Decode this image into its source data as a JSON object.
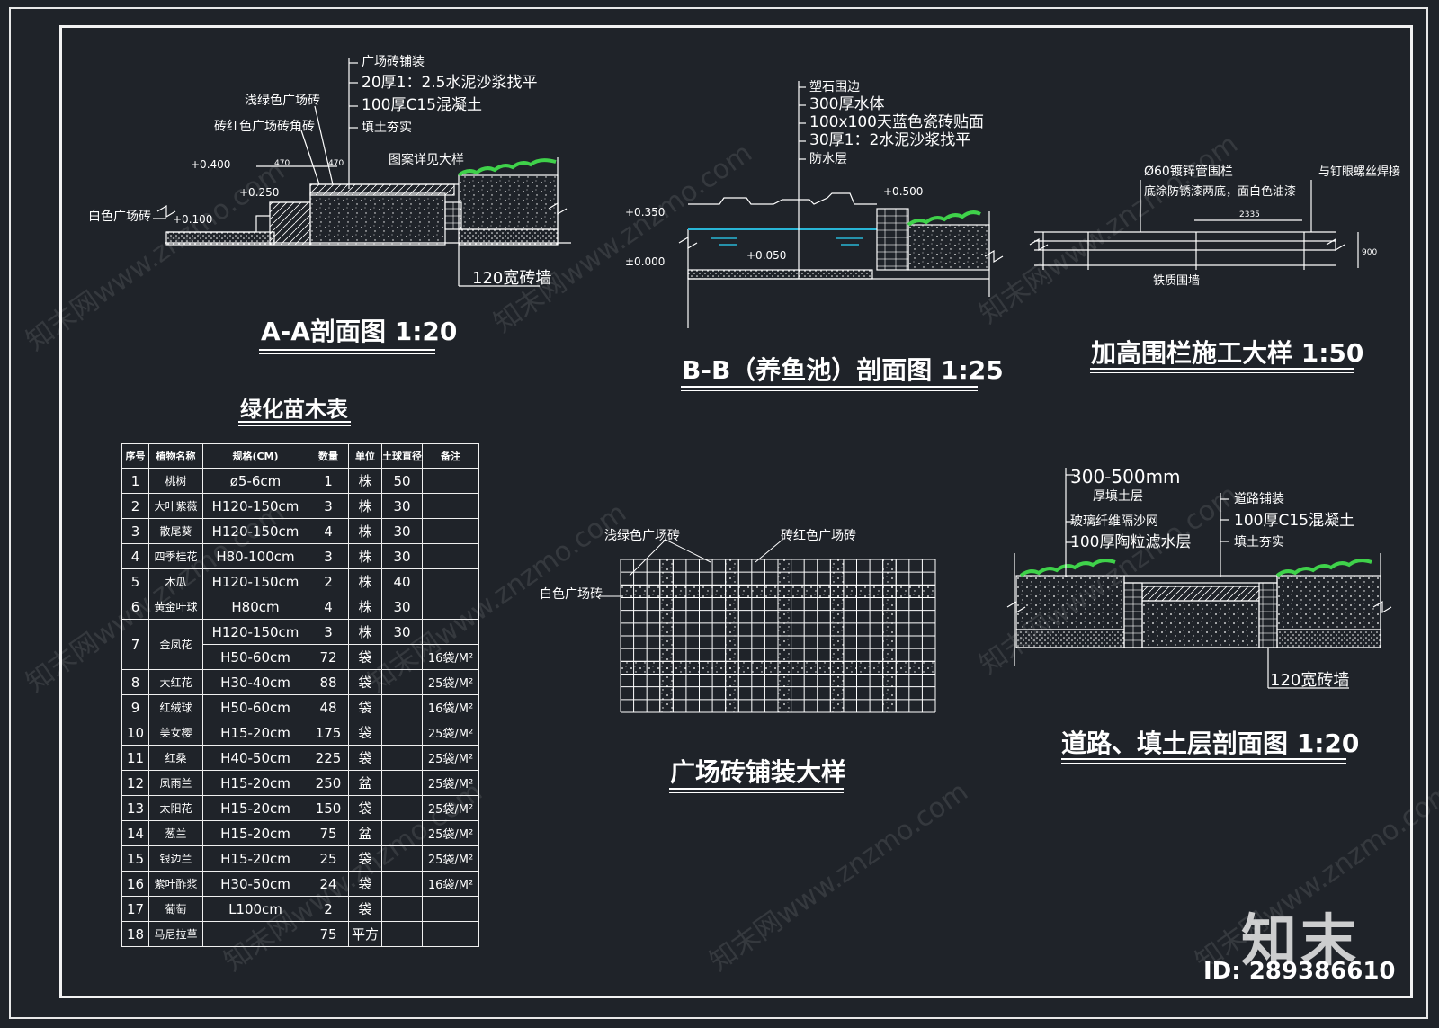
{
  "titles": {
    "aa": "A-A剖面图 1:20",
    "bb": "B-B（养鱼池）剖面图 1:25",
    "fence": "加高围栏施工大样 1:50",
    "table": "绿化苗木表",
    "paving": "广场砖铺装大样",
    "road": "道路、填土层剖面图 1:20"
  },
  "aa": {
    "labels": [
      "广场砖铺装",
      "20厚1：2.5水泥沙浆找平",
      "100厚C15混凝土",
      "填土夯实"
    ],
    "tile_green": "浅绿色广场砖",
    "tile_red": "砖红色广场砖角砖",
    "tile_white": "白色广场砖",
    "pattern": "图案详见大样",
    "elev1": "+0.400",
    "elev2": "+0.250",
    "elev3": "+0.100",
    "dim1": "470",
    "dim2": "470",
    "wall": "120宽砖墙"
  },
  "bb": {
    "labels": [
      "塑石围边",
      "300厚水体",
      "100x100天蓝色瓷砖贴面",
      "30厚1：2水泥沙浆找平",
      "防水层"
    ],
    "elev_top": "+0.500",
    "elev_water": "+0.350",
    "elev_bottom": "+0.050",
    "elev_zero": "±0.000"
  },
  "fence": {
    "label1": "Ø60镀锌管围栏",
    "label2": "底涂防锈漆两底，面白色油漆",
    "label3": "与钉眼螺丝焊接",
    "dim": "2335",
    "height": "900",
    "base": "铁质围墙"
  },
  "road": {
    "label_thick": "300-500mm",
    "label_soil": "厚填土层",
    "label_fiber": "玻璃纤维隔沙网",
    "label_drain": "100厚陶粒滤水层",
    "label_pave": "道路铺装",
    "label_conc": "100厚C15混凝土",
    "label_fill": "填土夯实",
    "wall": "120宽砖墙"
  },
  "paving": {
    "label_green": "浅绿色广场砖",
    "label_red": "砖红色广场砖",
    "label_white": "白色广场砖"
  },
  "plant_table": {
    "headers": [
      "序号",
      "植物名称",
      "规格(CM)",
      "数量",
      "单位",
      "土球直径",
      "备注"
    ],
    "rows": [
      [
        "1",
        "桃树",
        "ø5-6cm",
        "1",
        "株",
        "50",
        ""
      ],
      [
        "2",
        "大叶紫薇",
        "H120-150cm",
        "3",
        "株",
        "30",
        ""
      ],
      [
        "3",
        "散尾葵",
        "H120-150cm",
        "4",
        "株",
        "30",
        ""
      ],
      [
        "4",
        "四季桂花",
        "H80-100cm",
        "3",
        "株",
        "30",
        ""
      ],
      [
        "5",
        "木瓜",
        "H120-150cm",
        "2",
        "株",
        "40",
        ""
      ],
      [
        "6",
        "黄金叶球",
        "H80cm",
        "4",
        "株",
        "30",
        ""
      ],
      [
        "7",
        "金凤花",
        "H120-150cm",
        "3",
        "株",
        "30",
        ""
      ],
      [
        "",
        "",
        "H50-60cm",
        "72",
        "袋",
        "",
        "16袋/M²"
      ],
      [
        "8",
        "大红花",
        "H30-40cm",
        "88",
        "袋",
        "",
        "25袋/M²"
      ],
      [
        "9",
        "红绒球",
        "H50-60cm",
        "48",
        "袋",
        "",
        "16袋/M²"
      ],
      [
        "10",
        "美女樱",
        "H15-20cm",
        "175",
        "袋",
        "",
        "25袋/M²"
      ],
      [
        "11",
        "红桑",
        "H40-50cm",
        "225",
        "袋",
        "",
        "25袋/M²"
      ],
      [
        "12",
        "凤雨兰",
        "H15-20cm",
        "250",
        "盆",
        "",
        "25袋/M²"
      ],
      [
        "13",
        "太阳花",
        "H15-20cm",
        "150",
        "袋",
        "",
        "25袋/M²"
      ],
      [
        "14",
        "葱兰",
        "H15-20cm",
        "75",
        "盆",
        "",
        "25袋/M²"
      ],
      [
        "15",
        "银边兰",
        "H15-20cm",
        "25",
        "袋",
        "",
        "25袋/M²"
      ],
      [
        "16",
        "紫叶酢浆",
        "H30-50cm",
        "24",
        "袋",
        "",
        "16袋/M²"
      ],
      [
        "17",
        "葡萄",
        "L100cm",
        "2",
        "袋",
        "",
        ""
      ],
      [
        "18",
        "马尼拉草",
        "",
        "75",
        "平方",
        "",
        ""
      ]
    ]
  },
  "watermark": "知末网www.znzmo.com",
  "logo": "知末",
  "image_id": "ID: 289386610",
  "colors": {
    "background": "#1f2329",
    "lines": "#ffffff",
    "grass": "#3fd14a",
    "water": "#29b6d6"
  }
}
